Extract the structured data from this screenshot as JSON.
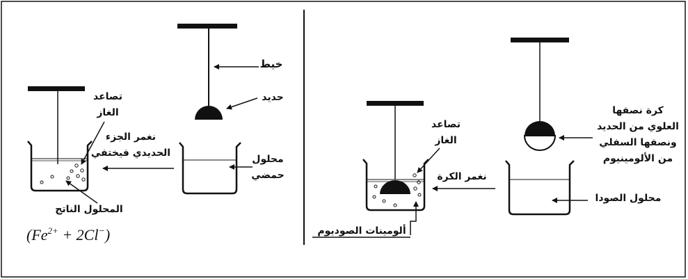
{
  "right_panel": {
    "label_ball": [
      "كرة نصفها",
      "العلوي من الحديد",
      "ونصفها السفلي",
      "من الألومينيوم"
    ],
    "label_soda": "محلول الصودا",
    "label_gas": [
      "تصاعد",
      "الغاز"
    ],
    "label_immerse": "نغمر الكرة",
    "label_aluminate": "ألومينات الصوديوم"
  },
  "left_panel": {
    "label_thread": "خيط",
    "label_iron": "حديد",
    "label_acid": [
      "محلول",
      "حمضي"
    ],
    "label_gas": [
      "تصاعد",
      "الغاز"
    ],
    "label_immerse": [
      "نغمر الجزء",
      "الحديدي فيختفي"
    ],
    "label_product": "المحلول الناتج",
    "formula": {
      "main": "(Fe",
      "sup1": "2+",
      "mid": " + 2Cl",
      "sup2": "−",
      "end": ")"
    }
  },
  "colors": {
    "ink": "#111111",
    "background": "#ffffff"
  }
}
